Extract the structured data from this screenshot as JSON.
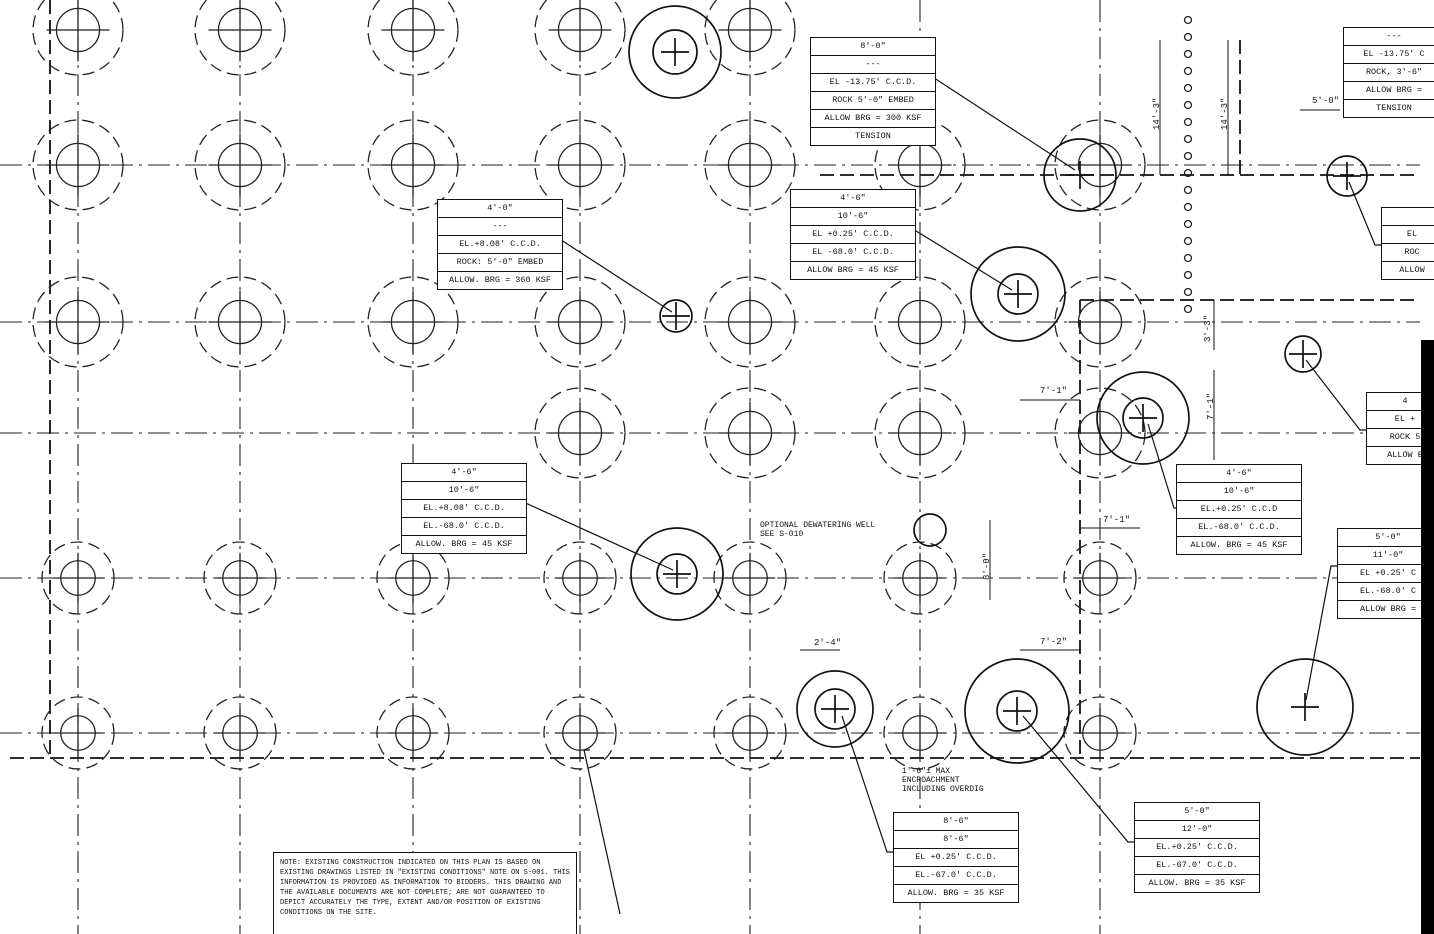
{
  "tags": [
    {
      "id": "tag-a",
      "rows": [
        "8'-0\"",
        "---",
        "EL -13.75' C.C.D.",
        "ROCK 5'-0\" EMBED",
        "ALLOW BRG = 300 KSF",
        "TENSION"
      ]
    },
    {
      "id": "tag-b",
      "rows": [
        "4'-0\"",
        "---",
        "EL.+8.08' C.C.D.",
        "ROCK: 5'-0\" EMBED",
        "ALLOW. BRG = 360 KSF"
      ]
    },
    {
      "id": "tag-c",
      "rows": [
        "4'-6\"",
        "10'-6\"",
        "EL +0.25' C.C.D.",
        "EL -68.0' C.C.D.",
        "ALLOW BRG = 45 KSF"
      ]
    },
    {
      "id": "tag-d",
      "rows": [
        "4'-6\"",
        "10'-6\"",
        "EL.+8.08' C.C.D.",
        "EL.-68.0' C.C.D.",
        "ALLOW. BRG = 45 KSF"
      ]
    },
    {
      "id": "tag-e",
      "rows": [
        "4'-6\"",
        "10'-6\"",
        "EL.+0.25' C.C.D",
        "EL.-68.0' C.C.D.",
        "ALLOW. BRG = 45 KSF"
      ]
    },
    {
      "id": "tag-f",
      "rows": [
        "8'-6\"",
        "8'-6\"",
        "EL +0.25' C.C.D.",
        "EL.-67.0' C.C.D.",
        "ALLOW. BRG = 35 KSF"
      ]
    },
    {
      "id": "tag-g",
      "rows": [
        "5'-0\"",
        "12'-0\"",
        "EL.+0.25' C.C.D.",
        "EL.-67.0' C.C.D.",
        "ALLOW. BRG = 35 KSF"
      ]
    },
    {
      "id": "tag-h",
      "rows": [
        "---",
        "EL -13.75' C",
        "ROCK, 3'-6\"",
        "ALLOW BRG =",
        "TENSION"
      ]
    },
    {
      "id": "tag-i",
      "rows": [
        "",
        "EL",
        "ROC",
        "ALLOW"
      ]
    },
    {
      "id": "tag-j",
      "rows": [
        "4",
        "EL +",
        "ROCK 5",
        "ALLOW B"
      ]
    },
    {
      "id": "tag-k",
      "rows": [
        "5'-0\"",
        "11'-0\"",
        "EL +0.25' C",
        "EL.-68.0' C",
        "ALLOW BRG ="
      ]
    }
  ],
  "dimensions": {
    "d1": "14'-3\"",
    "d2": "14'-3\"",
    "d3": "5'-0\"",
    "d4": "3'-3\"",
    "d5": "7'-1\"",
    "d6": "7'-1\"",
    "d7": "7'-1\"",
    "d8": "8'-0\"",
    "d9": "2'-4\"",
    "d10": "7'-2\""
  },
  "annotations": {
    "dewatering": "OPTIONAL DEWATERING WELL\nSEE S-010",
    "encroachment": "1'-6\"± MAX\nENCROACHMENT\nINCLUDING OVERDIG"
  },
  "note": "NOTE: EXISTING CONSTRUCTION INDICATED ON THIS PLAN IS BASED ON EXISTING DRAWINGS LISTED IN \"EXISTING CONDITIONS\" NOTE ON S-001. THIS INFORMATION IS PROVIDED AS INFORMATION TO BIDDERS. THIS DRAWING AND THE AVAILABLE DOCUMENTS ARE NOT COMPLETE; ARE NOT GUARANTEED TO DEPICT ACCURATELY THE TYPE, EXTENT AND/OR POSITION OF EXISTING CONDITIONS ON THE SITE."
}
